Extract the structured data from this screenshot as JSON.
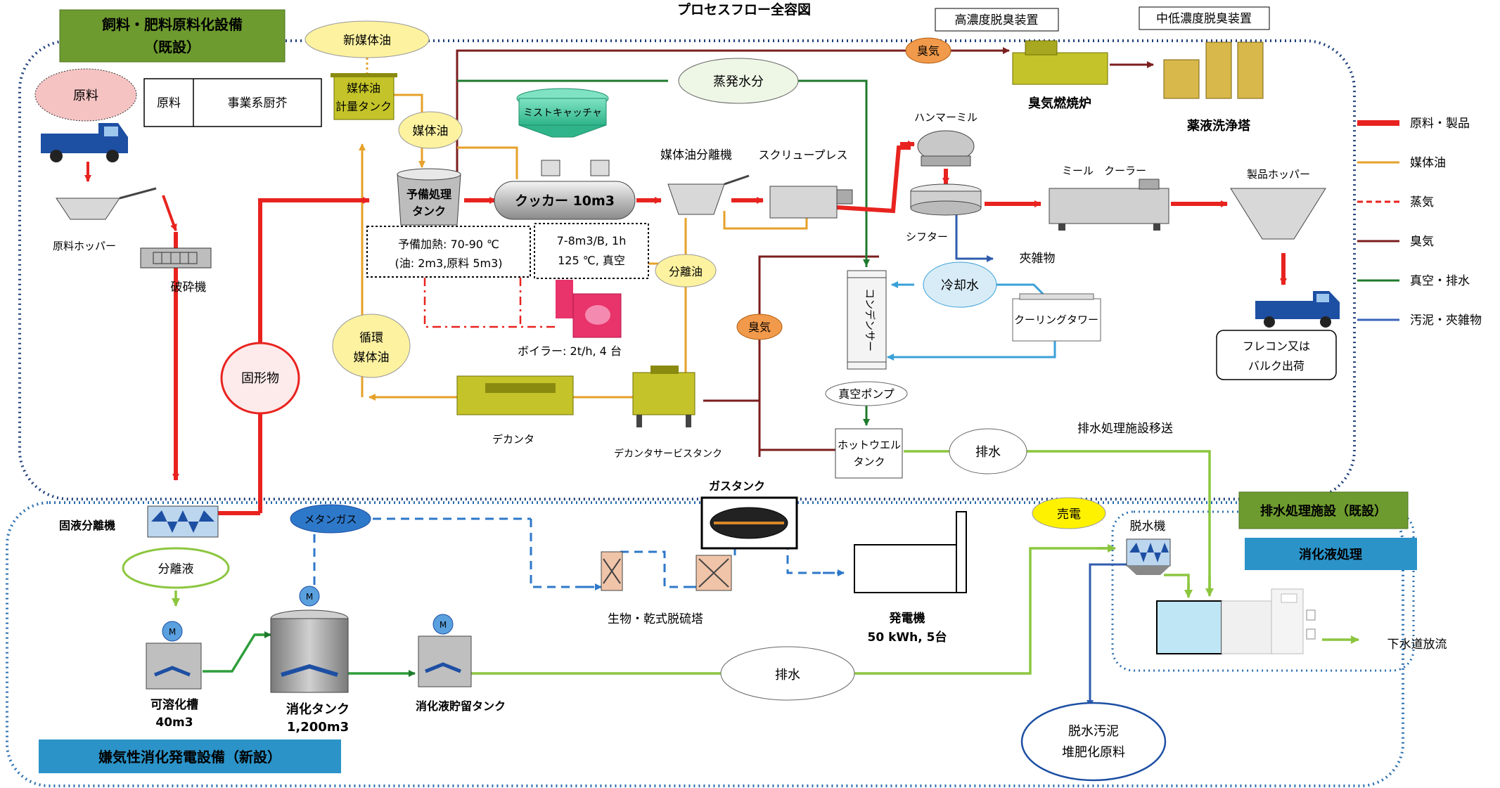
{
  "title": "プロセスフロー全容図",
  "sections": {
    "feed_facility": [
      "飼料・肥料原料化設備",
      "（既設）"
    ],
    "digestion_facility": "嫌気性消化発電設備（新設）",
    "wastewater_facility": "排水処理施設（既設）",
    "digestate_treatment": "消化液処理"
  },
  "raw_table": {
    "label": "原料",
    "value": "事業系厨芥"
  },
  "equipment": {
    "genryo": "原料",
    "raw_hopper": "原料ホッパー",
    "crusher": "破砕機",
    "new_oil": "新媒体油",
    "oil_tank": [
      "媒体油",
      "計量タンク"
    ],
    "oil_bubble": "媒体油",
    "pretank": [
      "予備処理",
      "タンク"
    ],
    "mist": "ミストキャッチャ",
    "cooker": "クッカー 10m3",
    "evap": "蒸発水分",
    "sep_machine": "媒体油分離機",
    "screw_press": "スクリュープレス",
    "sep_oil": "分離油",
    "recycle_oil": [
      "循環",
      "媒体油"
    ],
    "solids": "固形物",
    "boiler": "ボイラー: 2t/h, 4 台",
    "decanter": "デカンタ",
    "decanter_tank": "デカンタサービスタンク",
    "odor1": "臭気",
    "odor2": "臭気",
    "hammer_mill": "ハンマーミル",
    "sifter": "シフター",
    "mill_cooler": "ミール　クーラー",
    "product_hopper": "製品ホッパー",
    "impurities": "夾雑物",
    "cooling_water": "冷却水",
    "cooling_tower": "クーリングタワー",
    "condenser": "コンデンサー",
    "vacuum_pump": "真空ポンプ",
    "hotwell": [
      "ホットウエル",
      "タンク"
    ],
    "drain1": "排水",
    "transfer": "排水処理施設移送",
    "high_deodor": "高濃度脱臭装置",
    "mid_deodor": "中低濃度脱臭装置",
    "odor_burner": "臭気燃焼炉",
    "chem_scrubber": "薬液洗浄塔",
    "flecon": [
      "フレコン又は",
      "バルク出荷"
    ],
    "solid_liquid_sep": "固液分離機",
    "methane": "メタンガス",
    "separated_liquid": "分離液",
    "gas_tank": "ガスタンク",
    "desulf": "生物・乾式脱硫塔",
    "generator": [
      "発電機",
      "50 kWh, 5台"
    ],
    "sell_power": "売電",
    "dehydrator": "脱水機",
    "solubilizer": [
      "可溶化槽",
      "40m3"
    ],
    "digestion_tank": [
      "消化タンク",
      "1,200m3"
    ],
    "digestate_storage": "消化液貯留タンク",
    "drain2": "排水",
    "sewer": "下水道放流",
    "sludge": [
      "脱水汚泥",
      "堆肥化原料"
    ],
    "motor": "M"
  },
  "notes": {
    "preheat": [
      "予備加熱: 70-90 ℃",
      "(油: 2m3,原料 5m3)"
    ],
    "cooker_spec": [
      "7-8m3/B, 1h",
      "125 ℃, 真空"
    ]
  },
  "legend": [
    {
      "label": "原料・製品",
      "color": "#e8231f",
      "style": "thick"
    },
    {
      "label": "媒体油",
      "color": "#e5a12a",
      "style": "solid"
    },
    {
      "label": "蒸気",
      "color": "#e8231f",
      "style": "dash"
    },
    {
      "label": "臭気",
      "color": "#7b1e1e",
      "style": "solid"
    },
    {
      "label": "真空・排水",
      "color": "#1e7a2c",
      "style": "solid"
    },
    {
      "label": "汚泥・夾雑物",
      "color": "#3a63b8",
      "style": "solid"
    }
  ],
  "colors": {
    "red": "#e8231f",
    "oil": "#e5a12a",
    "odor": "#7b1e1e",
    "vacuum": "#1e7a2c",
    "drain": "#8cc63f",
    "sludge": "#2f5cae",
    "gas": "#2e78c9",
    "frame": "#1f3f7a",
    "section_green": "#6e9b2f",
    "section_blue": "#2b93c8",
    "equip_olive": "#c4c42a"
  }
}
